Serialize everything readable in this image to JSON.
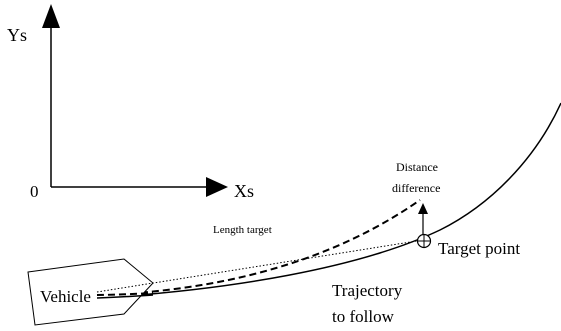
{
  "axes": {
    "y_label": "Ys",
    "x_label": "Xs",
    "origin_label": "0"
  },
  "labels": {
    "distance_difference_line1": "Distance",
    "distance_difference_line2": "difference",
    "length_target": "Length target",
    "target_point": "Target point",
    "vehicle": "Vehicle",
    "trajectory_line1": "Trajectory",
    "trajectory_line2": "to follow"
  },
  "colors": {
    "ink": "#000000",
    "background": "#ffffff"
  }
}
